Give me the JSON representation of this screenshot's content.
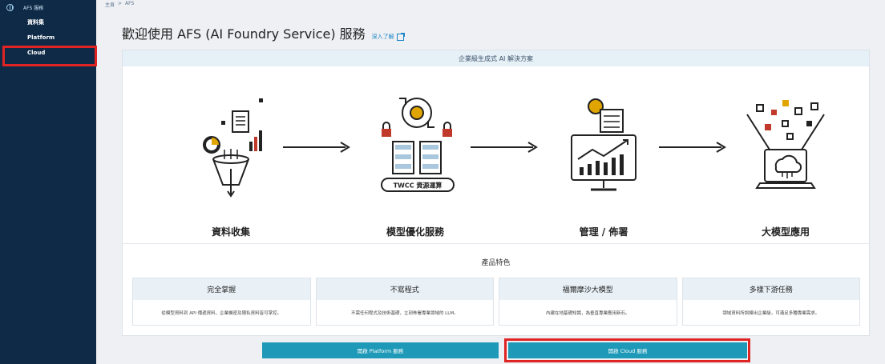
{
  "sidebar": {
    "app_name": "AFS 服務",
    "items": [
      {
        "label": "資料集"
      },
      {
        "label": "Platform"
      },
      {
        "label": "Cloud"
      }
    ]
  },
  "breadcrumb": {
    "home": "主頁",
    "separator": ">",
    "current": "AFS"
  },
  "header": {
    "title": "歡迎使用 AFS (AI Foundry Service) 服務",
    "learn_more": "深入了解"
  },
  "card": {
    "heading": "企業級生成式 AI 解決方案",
    "stages": [
      {
        "label": "資料收集",
        "icon": "data-collection-icon"
      },
      {
        "label": "模型優化服務",
        "icon": "model-optimization-icon",
        "badge": "TWCC 資源運算"
      },
      {
        "label": "管理 / 佈署",
        "icon": "management-deploy-icon"
      },
      {
        "label": "大模型應用",
        "icon": "large-model-app-icon"
      }
    ],
    "features_title": "產品特色",
    "features": [
      {
        "title": "完全掌握",
        "desc": "從模型資料到 API 傳遞資料，企業機密及隱私資料皆可掌控。"
      },
      {
        "title": "不寫程式",
        "desc": "不需任何程式及技術基礎，立刻佈署專業領域的 LLM。"
      },
      {
        "title": "福爾摩沙大模型",
        "desc": "內建在地基礎知識，為垂直專業應用新石。"
      },
      {
        "title": "多樣下游任務",
        "desc": "領域資料所訓練出企業級，可滿足多種專業需求。"
      }
    ]
  },
  "buttons": {
    "platform": "開啟 Platform 服務",
    "cloud": "開啟 Cloud 服務"
  },
  "colors": {
    "sidebar_bg": "#0e2a47",
    "accent": "#1e9ab8",
    "highlight": "#e02424"
  }
}
